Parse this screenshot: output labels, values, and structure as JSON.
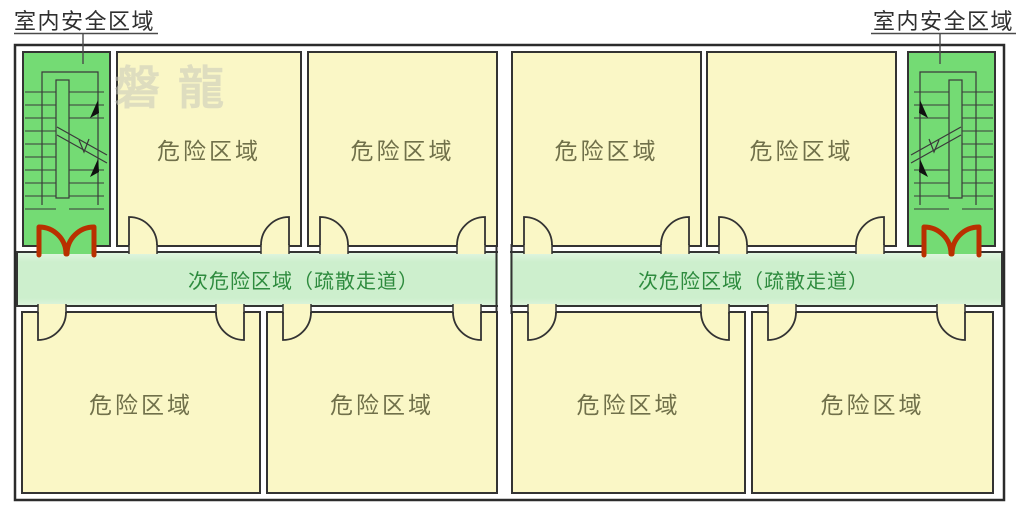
{
  "annotations": {
    "safe_zone_label_left": "室内安全区域",
    "safe_zone_label_right": "室内安全区域",
    "watermark": "磐龍"
  },
  "zones": {
    "danger_rooms_top": [
      {
        "label": "危险区域"
      },
      {
        "label": "危险区域"
      },
      {
        "label": "危险区域"
      },
      {
        "label": "危险区域"
      }
    ],
    "danger_rooms_bottom": [
      {
        "label": "危险区域"
      },
      {
        "label": "危险区域"
      },
      {
        "label": "危险区域"
      },
      {
        "label": "危险区域"
      }
    ],
    "corridor_segments": [
      {
        "label": "次危险区域（疏散走道）"
      },
      {
        "label": "次危险区域（疏散走道）"
      }
    ]
  },
  "symbols": {
    "stairs_icon": "stairs-with-up-arrows",
    "fire_door_icon": "double-swing-fire-door",
    "room_door_icon": "single-swing-door"
  },
  "colors": {
    "safe_zone_fill": "#74DB74",
    "danger_zone_fill": "#FAF7C6",
    "corridor_fill": "#CDEFCD",
    "fire_door_stroke": "#B93000",
    "wall_stroke": "#333333",
    "danger_text": "#70704A",
    "corridor_text": "#2E8B3E",
    "annotation_text": "#2F2F2F"
  }
}
